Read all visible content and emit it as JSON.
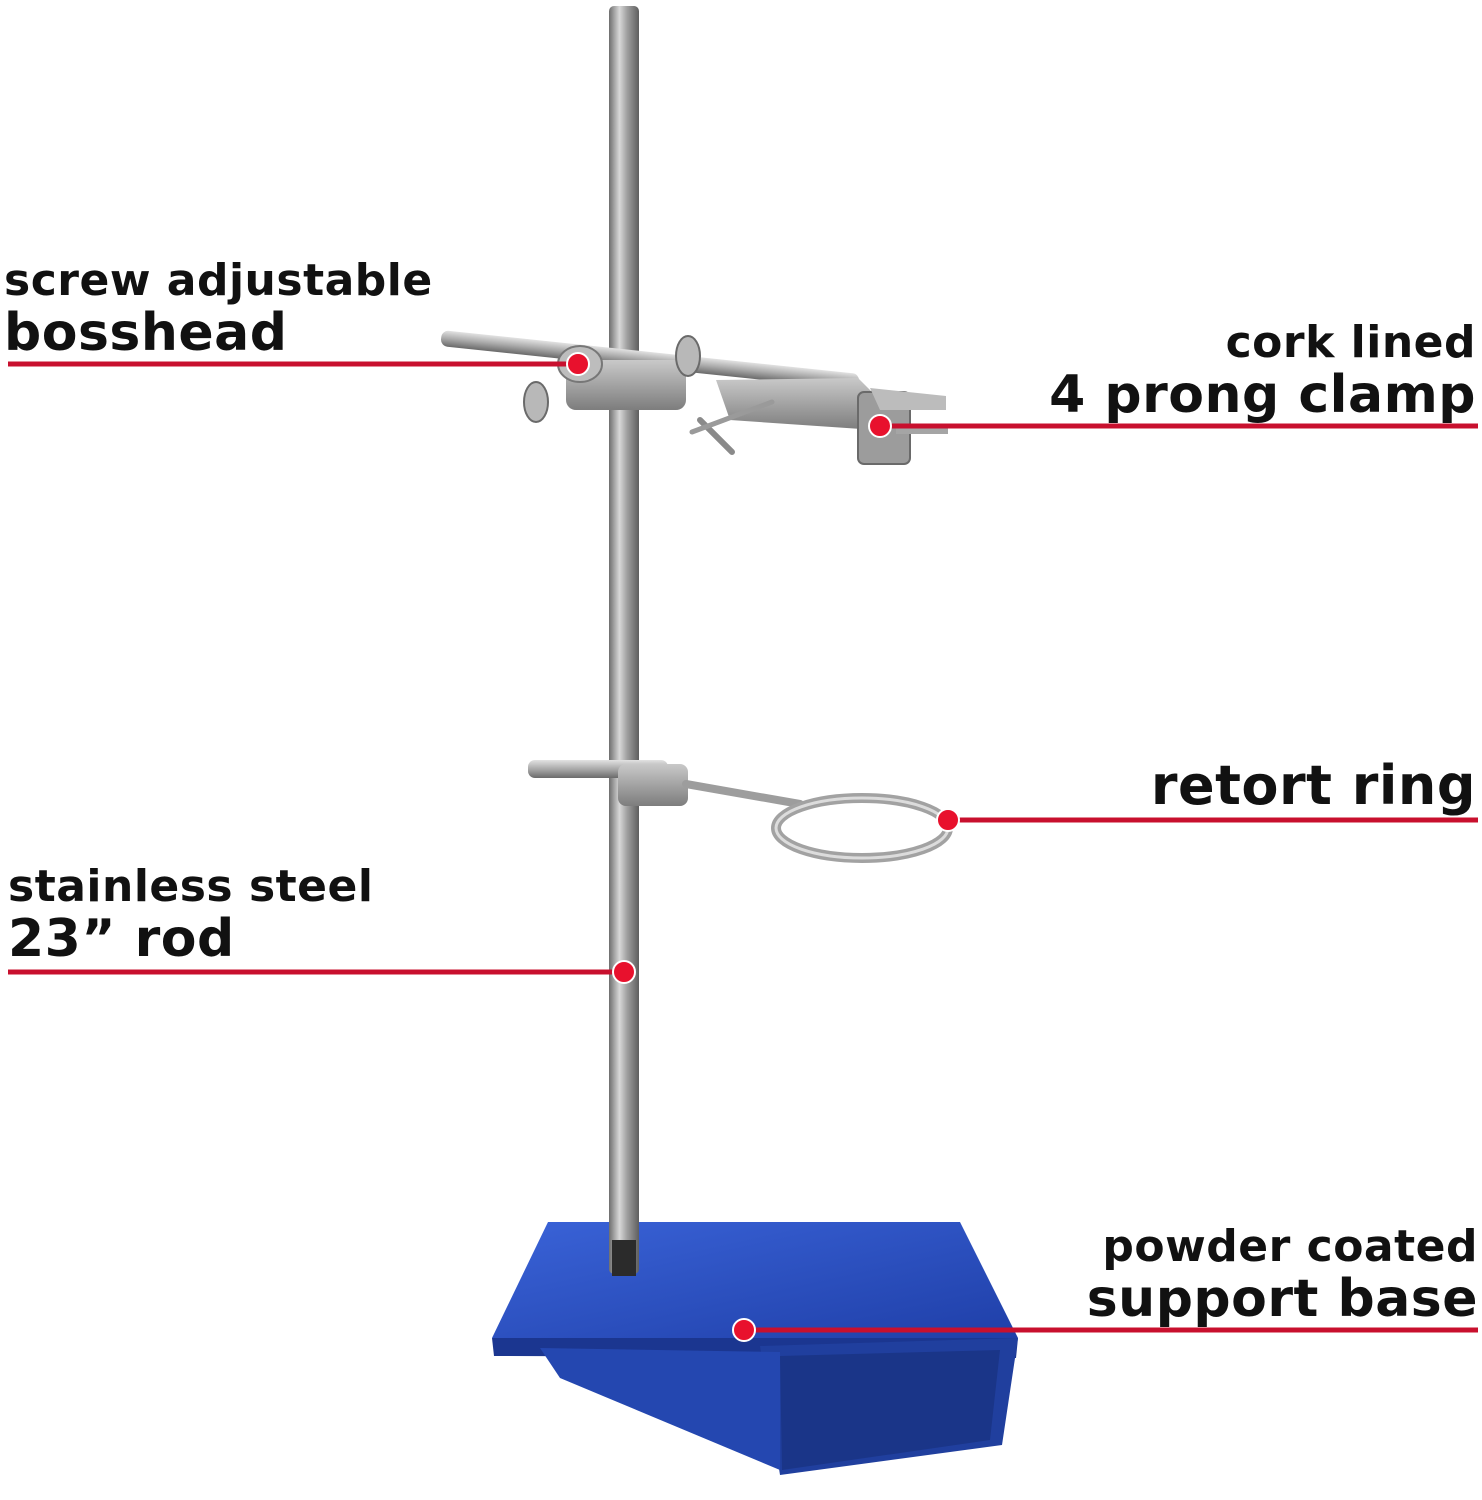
{
  "colors": {
    "leader_line": "#c8102e",
    "base_blue": "#2a4fc0",
    "steel": "#a8a8a8",
    "text": "#111111"
  },
  "labels": {
    "bosshead": {
      "line1": "screw adjustable",
      "line2": "bosshead"
    },
    "clamp": {
      "line1": "cork lined",
      "line2": "4 prong clamp"
    },
    "ring": {
      "line1": "retort ring"
    },
    "rod": {
      "line1": "stainless steel",
      "line2": "23” rod"
    },
    "base": {
      "line1": "powder coated",
      "line2": "support base"
    }
  }
}
